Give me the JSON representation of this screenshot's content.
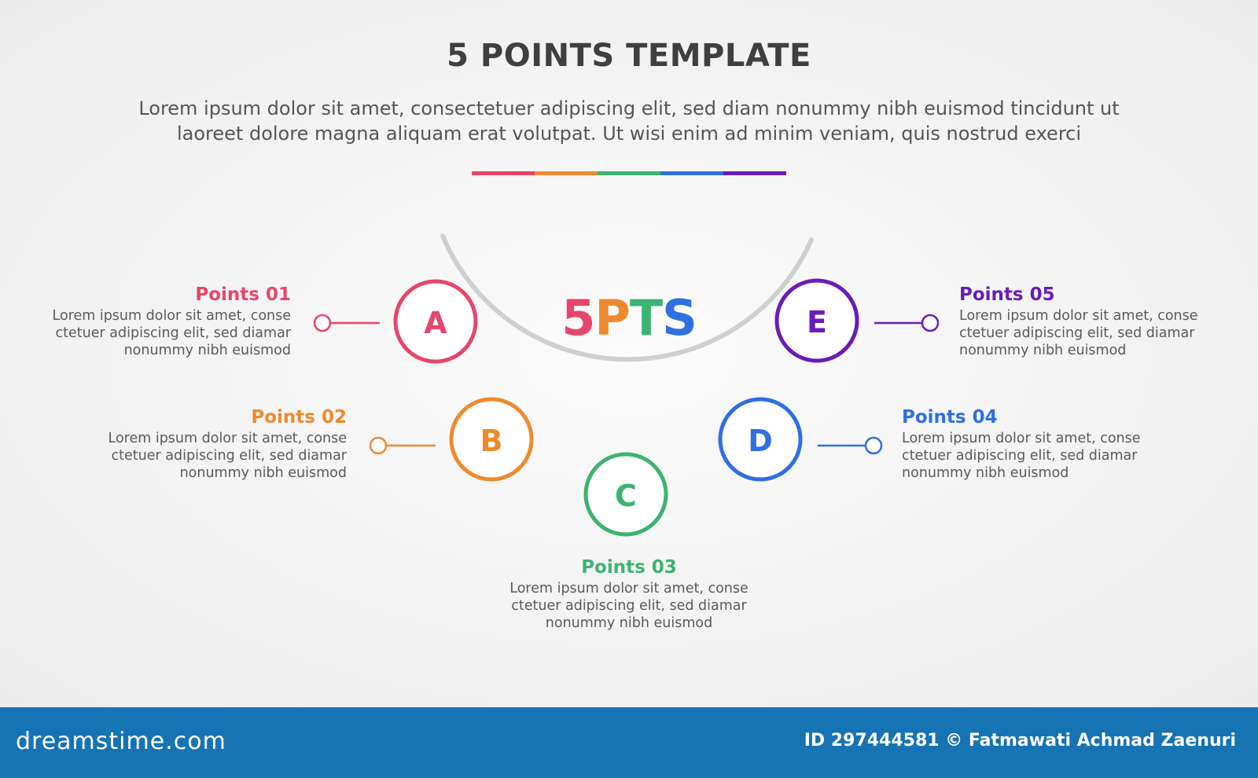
{
  "header": {
    "title": "5 POINTS TEMPLATE",
    "subtitle_line1": "Lorem ipsum dolor sit amet, consectetuer adipiscing elit, sed diam nonummy nibh euismod tincidunt ut",
    "subtitle_line2": "laoreet dolore magna aliquam erat volutpat. Ut wisi enim ad minim veniam, quis nostrud exerci"
  },
  "colors": {
    "red": "#e8456a",
    "orange": "#ee8a2e",
    "green": "#3cb371",
    "blue": "#2f6fe0",
    "purple": "#6a1cb8",
    "arc": "#cfcfcf"
  },
  "center": {
    "label_parts": [
      {
        "text": "5",
        "color": "#e8456a"
      },
      {
        "text": "P",
        "color": "#ee8a2e"
      },
      {
        "text": "T",
        "color": "#3cb371"
      },
      {
        "text": "S",
        "color": "#2f6fe0"
      }
    ]
  },
  "points": [
    {
      "letter": "A",
      "title": "Points 01",
      "color": "#e8456a",
      "body_line1": "Lorem ipsum dolor sit amet, conse",
      "body_line2": "ctetuer adipiscing elit, sed diamar",
      "body_line3": "nonummy nibh euismod"
    },
    {
      "letter": "B",
      "title": "Points 02",
      "color": "#ee8a2e",
      "body_line1": "Lorem ipsum dolor sit amet, conse",
      "body_line2": "ctetuer adipiscing elit, sed diamar",
      "body_line3": "nonummy nibh euismod"
    },
    {
      "letter": "C",
      "title": "Points 03",
      "color": "#3cb371",
      "body_line1": "Lorem ipsum dolor sit amet, conse",
      "body_line2": "ctetuer adipiscing elit, sed diamar",
      "body_line3": "nonummy nibh euismod"
    },
    {
      "letter": "D",
      "title": "Points 04",
      "color": "#2f6fe0",
      "body_line1": "Lorem ipsum dolor sit amet, conse",
      "body_line2": "ctetuer adipiscing elit, sed diamar",
      "body_line3": "nonummy nibh euismod"
    },
    {
      "letter": "E",
      "title": "Points 05",
      "color": "#6a1cb8",
      "body_line1": "Lorem ipsum dolor sit amet, conse",
      "body_line2": "ctetuer adipiscing elit, sed diamar",
      "body_line3": "nonummy nibh euismod"
    }
  ],
  "footer": {
    "logo": "dreamstime.com",
    "credit": "ID 297444581 © Fatmawati  Achmad Zaenuri"
  }
}
